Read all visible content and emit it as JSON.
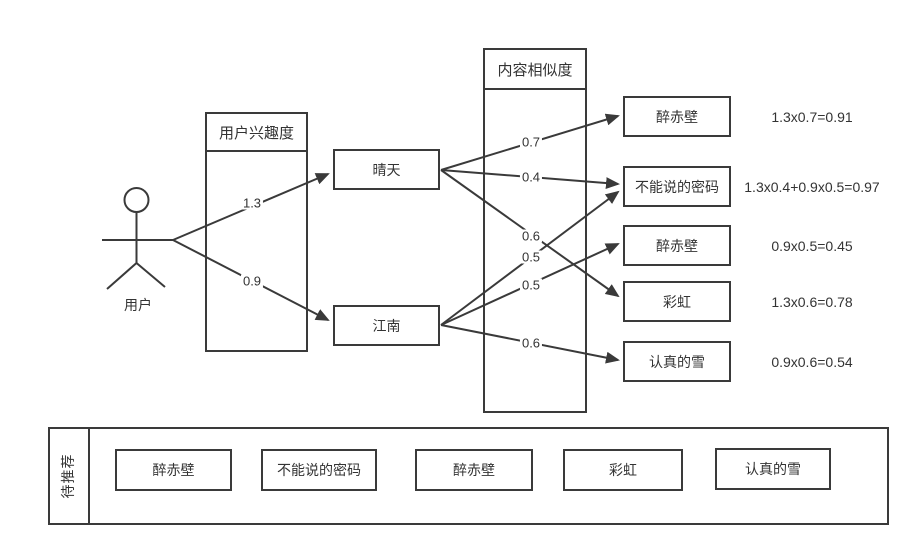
{
  "diagram": {
    "user": {
      "label": "用户"
    },
    "interest_panel": {
      "title": "用户兴趣度"
    },
    "similarity_panel": {
      "title": "内容相似度"
    },
    "liked_songs": [
      {
        "label": "晴天"
      },
      {
        "label": "江南"
      }
    ],
    "user_edges": [
      {
        "from": "用户",
        "to": "晴天",
        "weight": "1.3"
      },
      {
        "from": "用户",
        "to": "江南",
        "weight": "0.9"
      }
    ],
    "similarity_edges": [
      {
        "from": "晴天",
        "to": "醉赤壁",
        "weight": "0.7"
      },
      {
        "from": "晴天",
        "to": "不能说的密码",
        "weight": "0.4"
      },
      {
        "from": "晴天",
        "to": "彩虹",
        "weight": "0.6"
      },
      {
        "from": "江南",
        "to": "不能说的密码",
        "weight": "0.5"
      },
      {
        "from": "江南",
        "to": "醉赤壁",
        "weight": "0.5"
      },
      {
        "from": "江南",
        "to": "认真的雪",
        "weight": "0.6"
      }
    ],
    "candidates": [
      {
        "label": "醉赤壁",
        "formula": "1.3x0.7=0.91"
      },
      {
        "label": "不能说的密码",
        "formula": "1.3x0.4+0.9x0.5=0.97"
      },
      {
        "label": "醉赤壁",
        "formula": "0.9x0.5=0.45"
      },
      {
        "label": "彩虹",
        "formula": "1.3x0.6=0.78"
      },
      {
        "label": "认真的雪",
        "formula": "0.9x0.6=0.54"
      }
    ],
    "recommend_tray": {
      "title": "待推荐",
      "items": [
        "醉赤壁",
        "不能说的密码",
        "醉赤壁",
        "彩虹",
        "认真的雪"
      ]
    },
    "colors": {
      "line": "#3a3a3a",
      "background": "#ffffff"
    }
  }
}
